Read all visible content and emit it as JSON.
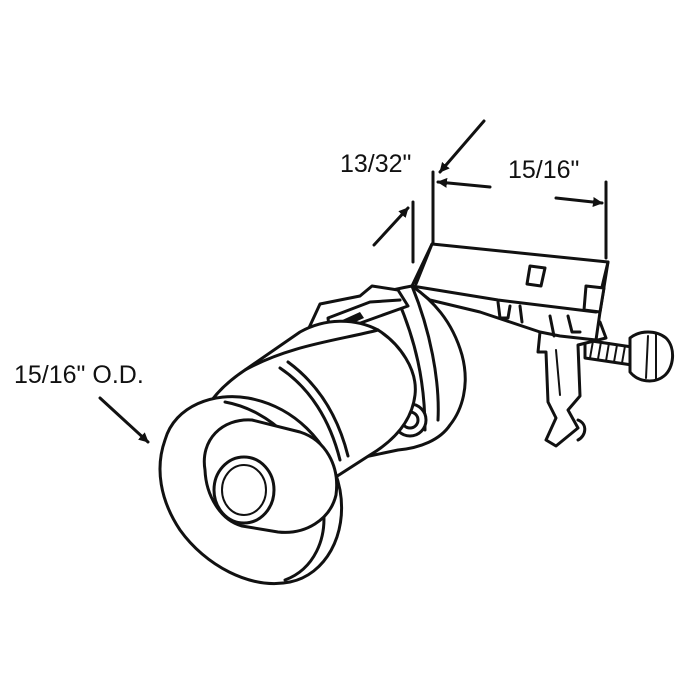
{
  "diagram": {
    "dimensions": {
      "height": "13/32\"",
      "width": "15/16\"",
      "wheel_diameter": "15/16\" O.D."
    },
    "colors": {
      "line": "#111111",
      "background": "#ffffff"
    }
  }
}
